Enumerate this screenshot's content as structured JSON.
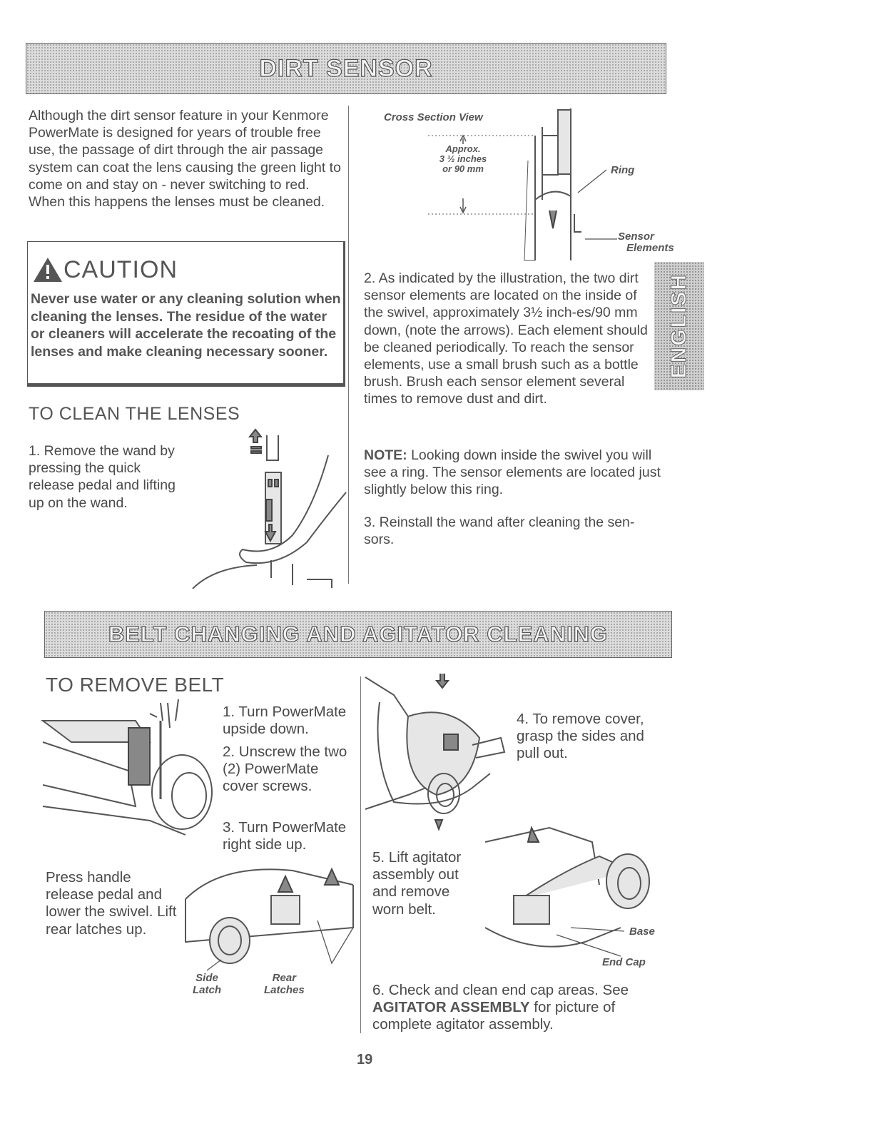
{
  "dirt_sensor": {
    "banner": "DIRT SENSOR",
    "intro": "Although the dirt sensor feature in your Kenmore PowerMate is designed for years of trouble free use, the passage of dirt through the air passage system can coat the lens causing the green light to come on and stay on - never switching to red. When this happens the lenses must be cleaned.",
    "caution": {
      "title": "CAUTION",
      "text": "Never use water or any cleaning solution when cleaning the lenses. The residue of the water or cleaners will accelerate the recoating of the lenses and make cleaning necessary sooner."
    },
    "clean_heading": "TO CLEAN THE LENSES",
    "step1": "1. Remove the wand by pressing the quick release pedal and lifting up on the wand.",
    "diagram": {
      "title": "Cross Section View",
      "approx_1": "Approx.",
      "approx_2": "3 ½ inches",
      "approx_3": "or 90 mm",
      "ring": "Ring",
      "sensor_1": "Sensor",
      "sensor_2": "Elements"
    },
    "step2": "2. As indicated by the illustration, the two dirt sensor elements are located on the inside of the swivel, approximately 3½ inch-es/90 mm down, (note the arrows). Each element should be cleaned periodically. To reach the sensor elements, use a small brush such as a bottle brush. Brush each sensor element several times to remove dust and dirt.",
    "note_label": "NOTE:",
    "note_text": " Looking down inside the swivel you will see a ring. The sensor elements are located just slightly below this ring.",
    "step3": "3. Reinstall the wand after cleaning the sen-sors."
  },
  "side_tab": "ENGLISH",
  "belt": {
    "banner": "BELT CHANGING AND AGITATOR CLEANING",
    "heading": "TO REMOVE BELT",
    "step1": "1. Turn PowerMate upside down.",
    "step2": "2. Unscrew the two (2) PowerMate cover screws.",
    "step3": "3. Turn PowerMate right side up.",
    "press": "Press handle release pedal and lower the swivel. Lift rear latches up.",
    "side_latch_1": "Side",
    "side_latch_2": "Latch",
    "rear_latch_1": "Rear",
    "rear_latch_2": "Latches",
    "step4": "4. To remove cover, grasp the sides and pull out.",
    "step5": "5. Lift agitator assembly out and remove worn belt.",
    "base": "Base",
    "end_cap": "End Cap",
    "step6_a": "6. Check and clean end cap areas. See ",
    "step6_kw": "AGITATOR ASSEMBLY",
    "step6_b": " for picture of complete agitator assembly."
  },
  "page_number": "19"
}
